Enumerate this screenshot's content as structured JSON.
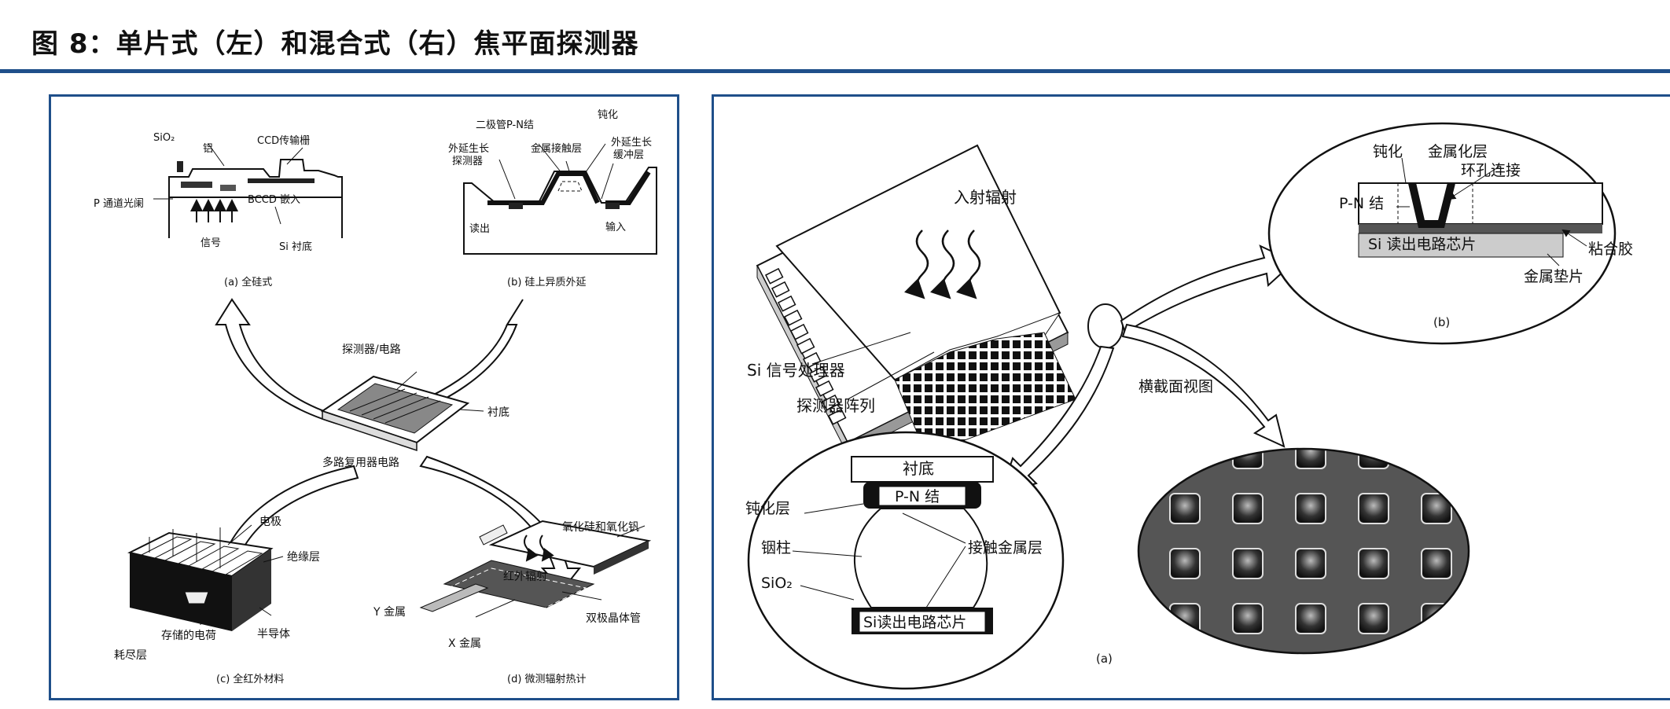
{
  "title": "图 8：单片式（左）和混合式（右）焦平面探测器",
  "left": {
    "a": {
      "caption": "(a) 全硅式",
      "sio2": "SiO₂",
      "al": "铝",
      "ccd": "CCD传输栅",
      "pgate": "P 通道光阑",
      "bccd": "BCCD 嵌入",
      "signal": "信号",
      "si_sub": "Si 衬底"
    },
    "b": {
      "caption": "(b) 硅上异质外延",
      "pn": "二极管P-N结",
      "passivation": "钝化",
      "metal_contact": "金属接触层",
      "epi_detector_1": "外延生长",
      "epi_detector_2": "探测器",
      "epi_buffer_1": "外延生长",
      "epi_buffer_2": "缓冲层",
      "readout": "读出",
      "input": "输入"
    },
    "center": {
      "detector_circuit": "探测器/电路",
      "substrate": "衬底",
      "mux": "多路复用器电路"
    },
    "c": {
      "caption": "(c) 全红外材料",
      "electrode": "电极",
      "insulator": "绝缘层",
      "stored_charge": "存储的电荷",
      "semiconductor": "半导体",
      "depletion": "耗尽层"
    },
    "d": {
      "caption": "(d) 微测辐射热计",
      "oxides": "氧化硅和氧化钒",
      "ir": "红外辐射",
      "y_metal": "Y 金属",
      "x_metal": "X 金属",
      "bipolar": "双极晶体管"
    }
  },
  "right": {
    "incident": "入射辐射",
    "si_processor": "Si 信号处理器",
    "detector_array": "探测器阵列",
    "cross_section": "横截面视图",
    "caption_a": "(a)",
    "b": {
      "passivation": "钝化",
      "metallization": "金属化层",
      "via": "环孔连接",
      "pn": "P-N 结",
      "readout_chip": "Si 读出电路芯片",
      "adhesive": "粘合胶",
      "metal_pad": "金属垫片",
      "caption": "(b)"
    },
    "bump": {
      "substrate": "衬底",
      "pn": "P-N 结",
      "passivation_layer": "钝化层",
      "indium": "铟柱",
      "contact_metal": "接触金属层",
      "sio2": "SiO₂",
      "readout_chip": "Si读出电路芯片"
    }
  }
}
